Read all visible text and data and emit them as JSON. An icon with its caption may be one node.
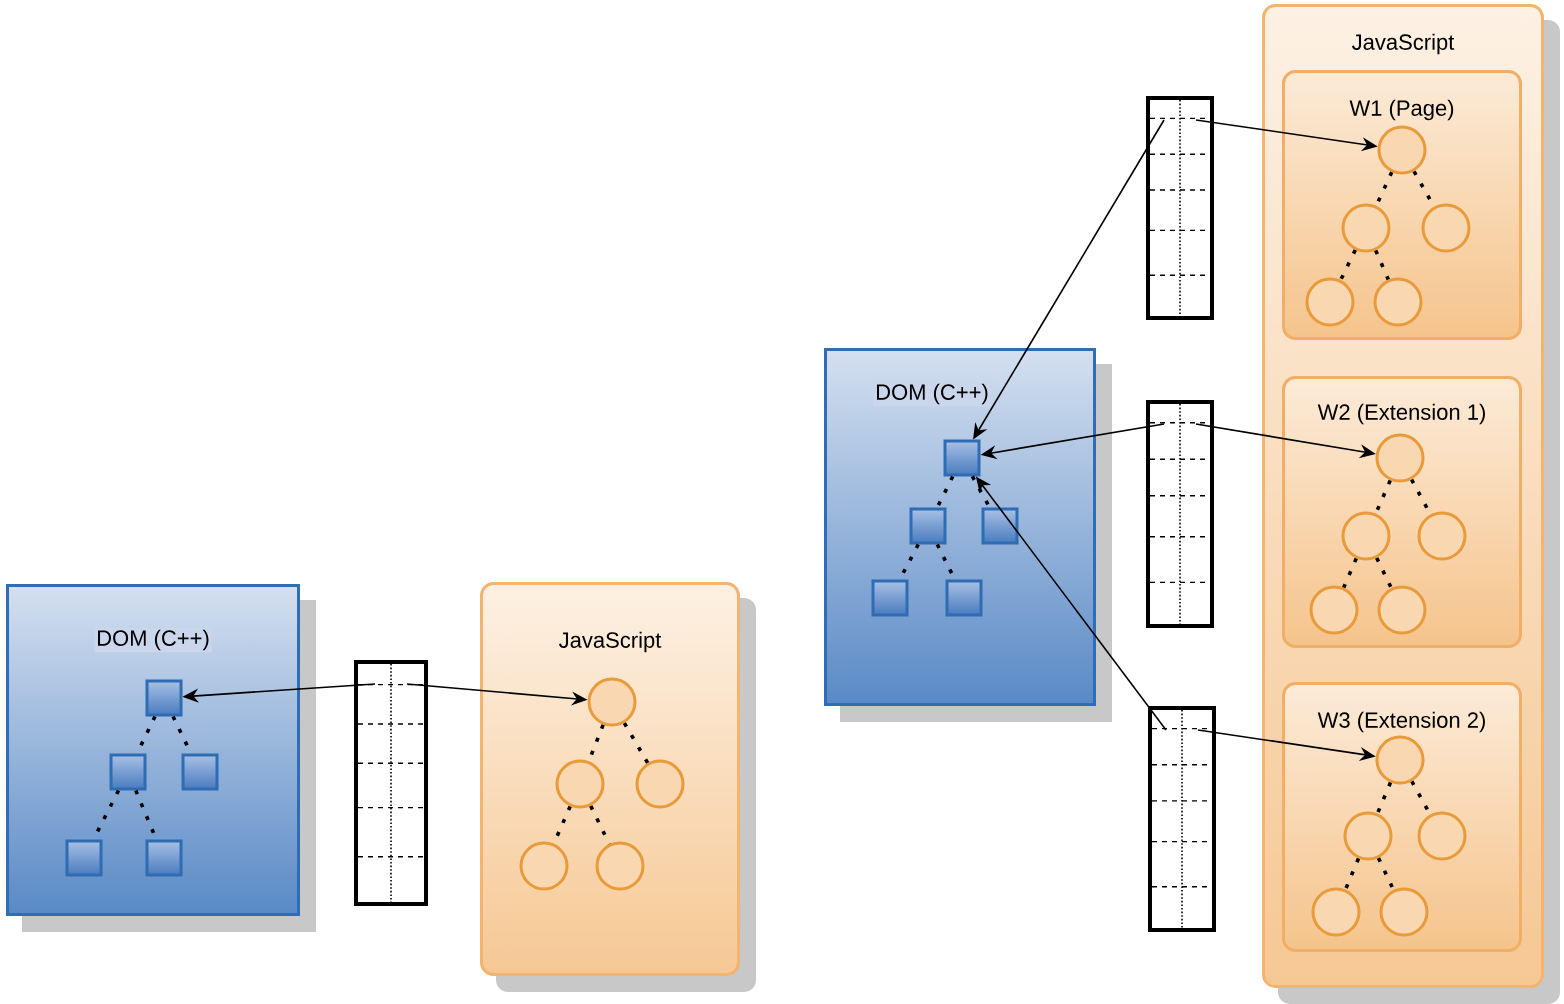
{
  "diagram": {
    "nodes": [
      {
        "text": [
          "DOM (C++)"
        ]
      },
      {
        "text": [],
        "shape": "box",
        "in": 0
      },
      {
        "text": [],
        "shape": "box",
        "in": 0
      },
      {
        "text": [],
        "shape": "box",
        "in": 0
      },
      {
        "text": [],
        "shape": "box",
        "in": 0
      },
      {
        "text": [],
        "shape": "box",
        "in": 0
      },
      {
        "text": [],
        "shape": "box"
      },
      {
        "text": [
          "JavaScript"
        ]
      },
      {
        "text": [],
        "shape": "circle",
        "in": 7
      },
      {
        "text": [],
        "shape": "circle",
        "in": 7
      },
      {
        "text": [],
        "shape": "circle",
        "in": 7
      },
      {
        "text": [],
        "shape": "circle",
        "in": 7
      },
      {
        "text": [],
        "shape": "circle",
        "in": 7
      },
      {
        "text": [
          "DOM (C++)"
        ]
      },
      {
        "text": [],
        "shape": "box",
        "in": 13
      },
      {
        "text": [],
        "shape": "box",
        "in": 13
      },
      {
        "text": [],
        "shape": "box",
        "in": 13
      },
      {
        "text": [],
        "shape": "box",
        "in": 13
      },
      {
        "text": [],
        "shape": "box",
        "in": 13
      },
      {
        "text": [],
        "shape": "box"
      },
      {
        "text": [],
        "shape": "box"
      },
      {
        "text": [],
        "shape": "box"
      },
      {
        "text": [
          "JavaScript"
        ]
      },
      {
        "text": [
          "W1 (Page)"
        ],
        "in": 22
      },
      {
        "text": [],
        "shape": "circle",
        "in": 23
      },
      {
        "text": [],
        "shape": "circle",
        "in": 23
      },
      {
        "text": [],
        "shape": "circle",
        "in": 23
      },
      {
        "text": [],
        "shape": "circle",
        "in": 23
      },
      {
        "text": [],
        "shape": "circle",
        "in": 23
      },
      {
        "text": [
          "W2 (Extension 1)"
        ],
        "in": 22
      },
      {
        "text": [],
        "shape": "circle",
        "in": 29
      },
      {
        "text": [],
        "shape": "circle",
        "in": 29
      },
      {
        "text": [],
        "shape": "circle",
        "in": 29
      },
      {
        "text": [],
        "shape": "circle",
        "in": 29
      },
      {
        "text": [],
        "shape": "circle",
        "in": 29
      },
      {
        "text": [
          "W3 (Extension 2)"
        ],
        "in": 22
      },
      {
        "text": [],
        "shape": "circle",
        "in": 35
      },
      {
        "text": [],
        "shape": "circle",
        "in": 35
      },
      {
        "text": [],
        "shape": "circle",
        "in": 35
      },
      {
        "text": [],
        "shape": "circle",
        "in": 35
      },
      {
        "text": [],
        "shape": "circle",
        "in": 35
      }
    ],
    "edges": [
      {
        "from": 6,
        "to": 1,
        "arrow": "to"
      },
      {
        "from": 6,
        "to": 8,
        "arrow": "to"
      },
      {
        "from": 1,
        "to": 2,
        "arrow": "none",
        "style": "dashed"
      },
      {
        "from": 1,
        "to": 3,
        "arrow": "none",
        "style": "dashed"
      },
      {
        "from": 2,
        "to": 4,
        "arrow": "none",
        "style": "dashed"
      },
      {
        "from": 2,
        "to": 5,
        "arrow": "none",
        "style": "dashed"
      },
      {
        "from": 8,
        "to": 9,
        "arrow": "none",
        "style": "dashed"
      },
      {
        "from": 8,
        "to": 10,
        "arrow": "none",
        "style": "dashed"
      },
      {
        "from": 9,
        "to": 11,
        "arrow": "none",
        "style": "dashed"
      },
      {
        "from": 9,
        "to": 12,
        "arrow": "none",
        "style": "dashed"
      },
      {
        "from": 19,
        "to": 14,
        "arrow": "to"
      },
      {
        "from": 19,
        "to": 24,
        "arrow": "to"
      },
      {
        "from": 20,
        "to": 14,
        "arrow": "to"
      },
      {
        "from": 20,
        "to": 30,
        "arrow": "to"
      },
      {
        "from": 21,
        "to": 14,
        "arrow": "to"
      },
      {
        "from": 21,
        "to": 36,
        "arrow": "to"
      },
      {
        "from": 14,
        "to": 15,
        "arrow": "none",
        "style": "dashed"
      },
      {
        "from": 14,
        "to": 16,
        "arrow": "none",
        "style": "dashed"
      },
      {
        "from": 15,
        "to": 17,
        "arrow": "none",
        "style": "dashed"
      },
      {
        "from": 15,
        "to": 18,
        "arrow": "none",
        "style": "dashed"
      },
      {
        "from": 24,
        "to": 25,
        "arrow": "none",
        "style": "dashed"
      },
      {
        "from": 24,
        "to": 26,
        "arrow": "none",
        "style": "dashed"
      },
      {
        "from": 25,
        "to": 27,
        "arrow": "none",
        "style": "dashed"
      },
      {
        "from": 25,
        "to": 28,
        "arrow": "none",
        "style": "dashed"
      },
      {
        "from": 30,
        "to": 31,
        "arrow": "none",
        "style": "dashed"
      },
      {
        "from": 30,
        "to": 32,
        "arrow": "none",
        "style": "dashed"
      },
      {
        "from": 31,
        "to": 33,
        "arrow": "none",
        "style": "dashed"
      },
      {
        "from": 31,
        "to": 34,
        "arrow": "none",
        "style": "dashed"
      },
      {
        "from": 36,
        "to": 37,
        "arrow": "none",
        "style": "dashed"
      },
      {
        "from": 36,
        "to": 38,
        "arrow": "none",
        "style": "dashed"
      },
      {
        "from": 37,
        "to": 39,
        "arrow": "none",
        "style": "dashed"
      },
      {
        "from": 37,
        "to": 40,
        "arrow": "none",
        "style": "dashed"
      }
    ]
  }
}
